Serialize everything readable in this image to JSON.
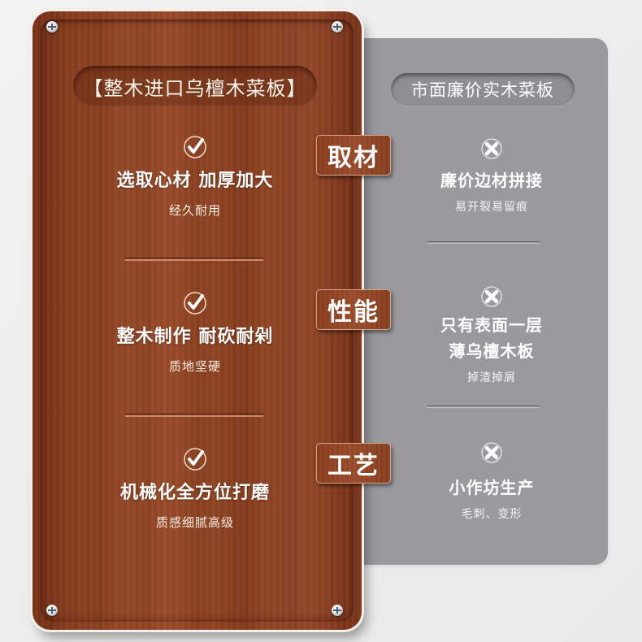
{
  "left_panel": {
    "heading": "【整木进口乌檀木菜板】",
    "items": [
      {
        "icon": "check-icon",
        "title": "选取心材 加厚加大",
        "subtitle": "经久耐用"
      },
      {
        "icon": "check-icon",
        "title": "整木制作 耐砍耐剁",
        "subtitle": "质地坚硬"
      },
      {
        "icon": "check-icon",
        "title": "机械化全方位打磨",
        "subtitle": "质感细腻高级"
      }
    ]
  },
  "right_panel": {
    "heading": "市面廉价实木菜板",
    "items": [
      {
        "icon": "cross-icon",
        "title": "廉价边材拼接",
        "subtitle": "易开裂易留痕"
      },
      {
        "icon": "cross-icon",
        "title_lines": [
          "只有表面一层",
          "薄乌檀木板"
        ],
        "subtitle": "掉渣掉屑"
      },
      {
        "icon": "cross-icon",
        "title": "小作坊生产",
        "subtitle": "毛刺、变形"
      }
    ]
  },
  "category_tags": [
    "取材",
    "性能",
    "工艺"
  ],
  "colors": {
    "wood": "#8e4322",
    "gray_panel": "#9a999e",
    "background": "#efefef",
    "text": "#ffffff"
  }
}
